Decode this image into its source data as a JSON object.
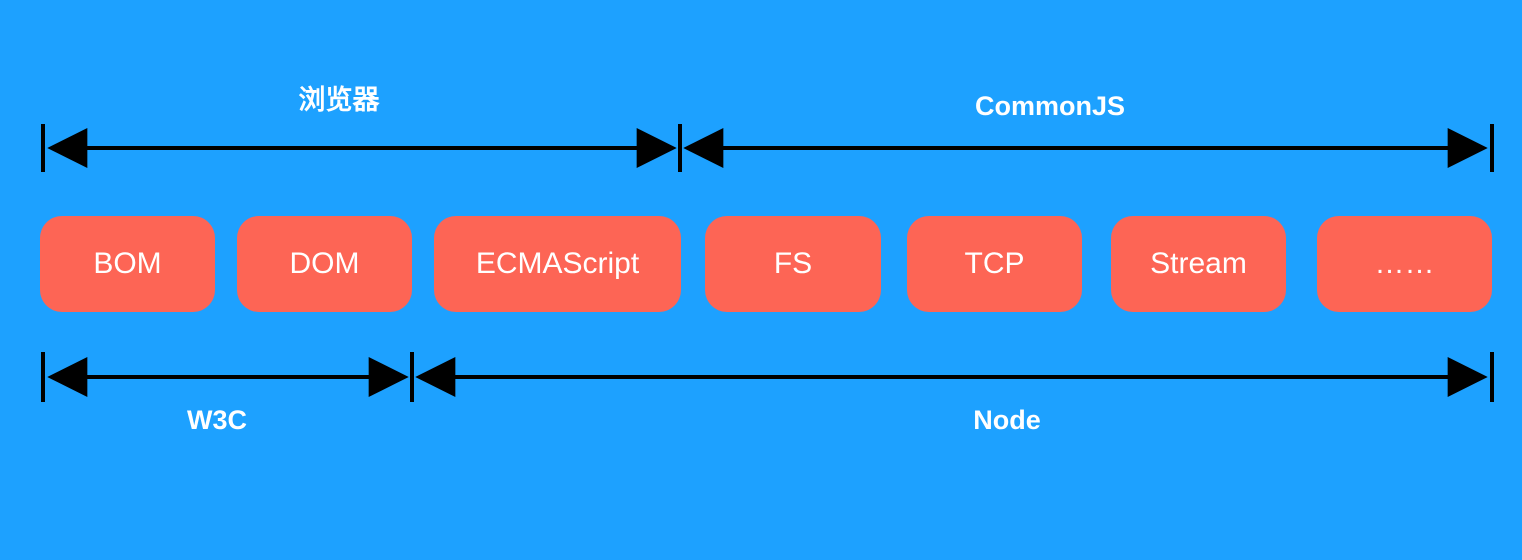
{
  "top_spans": {
    "browser": "浏览器",
    "commonjs": "CommonJS"
  },
  "modules": [
    "BOM",
    "DOM",
    "ECMAScript",
    "FS",
    "TCP",
    "Stream",
    "……"
  ],
  "bottom_spans": {
    "w3c": "W3C",
    "node": "Node"
  },
  "colors": {
    "background": "#1da1ff",
    "module_fill": "#fd6555",
    "text": "#ffffff",
    "line": "#000000"
  }
}
